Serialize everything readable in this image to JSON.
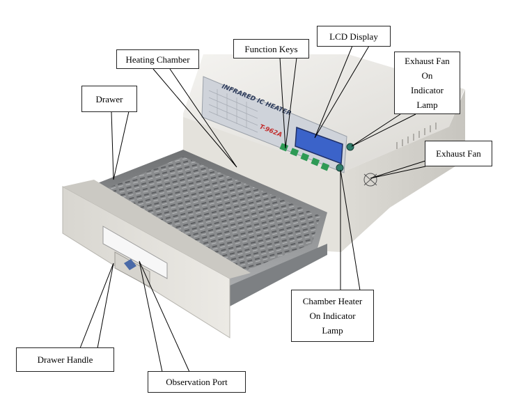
{
  "product": {
    "panel_title": "INFRARED IC HEATER",
    "model": "T-962A"
  },
  "callouts": {
    "heating_chamber": "Heating Chamber",
    "function_keys": "Function Keys",
    "lcd_display": "LCD Display",
    "exhaust_fan_lamp": [
      "Exhaust Fan",
      "On",
      "Indicator",
      "Lamp"
    ],
    "drawer": "Drawer",
    "exhaust_fan": "Exhaust Fan",
    "chamber_heater_lamp": [
      "Chamber Heater",
      "On Indicator",
      "Lamp"
    ],
    "drawer_handle": "Drawer Handle",
    "observation_port": "Observation Port"
  },
  "colors": {
    "body": "#e9e7e2",
    "panel": "#c8cdd6",
    "lcd": "#3b63c9",
    "keys": "#2e9a55",
    "lamp": "#2f7d6a",
    "tray": "#8f9192",
    "line": "#000000"
  }
}
